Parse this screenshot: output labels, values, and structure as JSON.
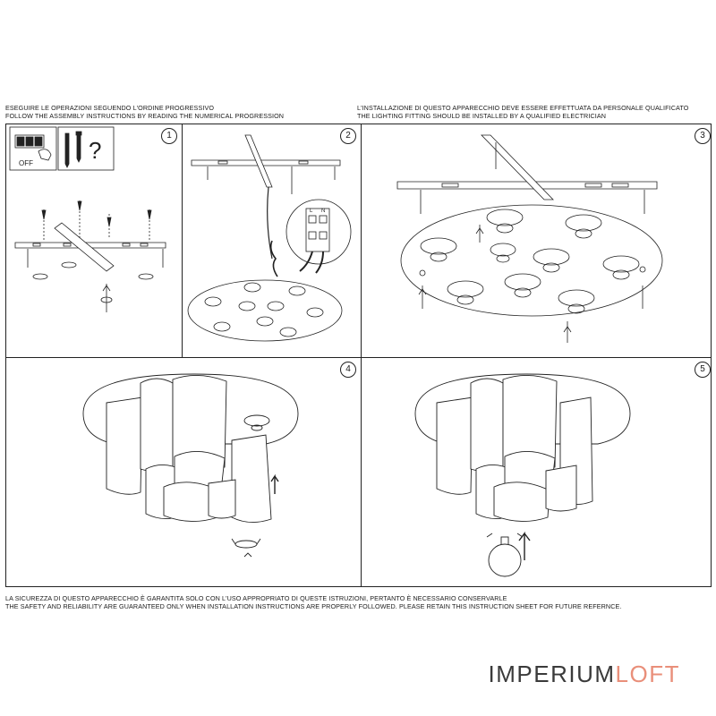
{
  "header_left": {
    "line1": "ESEGUIRE LE OPERAZIONI SEGUENDO L'ORDINE PROGRESSIVO",
    "line2": "FOLLOW THE ASSEMBLY INSTRUCTIONS BY READING THE NUMERICAL PROGRESSION"
  },
  "header_right": {
    "line1": "L'INSTALLAZIONE DI QUESTO APPARECCHIO DEVE ESSERE EFFETTUATA DA PERSONALE QUALIFICATO",
    "line2": "THE LIGHTING FITTING SHOULD BE INSTALLED BY A QUALIFIED ELECTRICIAN"
  },
  "steps": [
    "1",
    "2",
    "3",
    "4",
    "5"
  ],
  "step1": {
    "switch_label": "OFF",
    "question_mark": "?"
  },
  "step2": {
    "terminal_labels": [
      "L",
      "N"
    ]
  },
  "footer": {
    "line1": "LA SICUREZZA DI QUESTO APPARECCHIO È GARANTITA SOLO CON L'USO APPROPRIATO DI QUESTE ISTRUZIONI, PERTANTO È NECESSARIO CONSERVARLE",
    "line2": "THE SAFETY AND RELIABILITY ARE GUARANTEED ONLY WHEN INSTALLATION INSTRUCTIONS ARE PROPERLY FOLLOWED. PLEASE RETAIN THIS INSTRUCTION SHEET FOR FUTURE REFERNCE."
  },
  "brand": {
    "part1": "IMPERIUM",
    "part2": "LOFT"
  },
  "colors": {
    "line": "#222222",
    "brand_dark": "#3a3a3a",
    "brand_accent": "#e98f7a"
  }
}
